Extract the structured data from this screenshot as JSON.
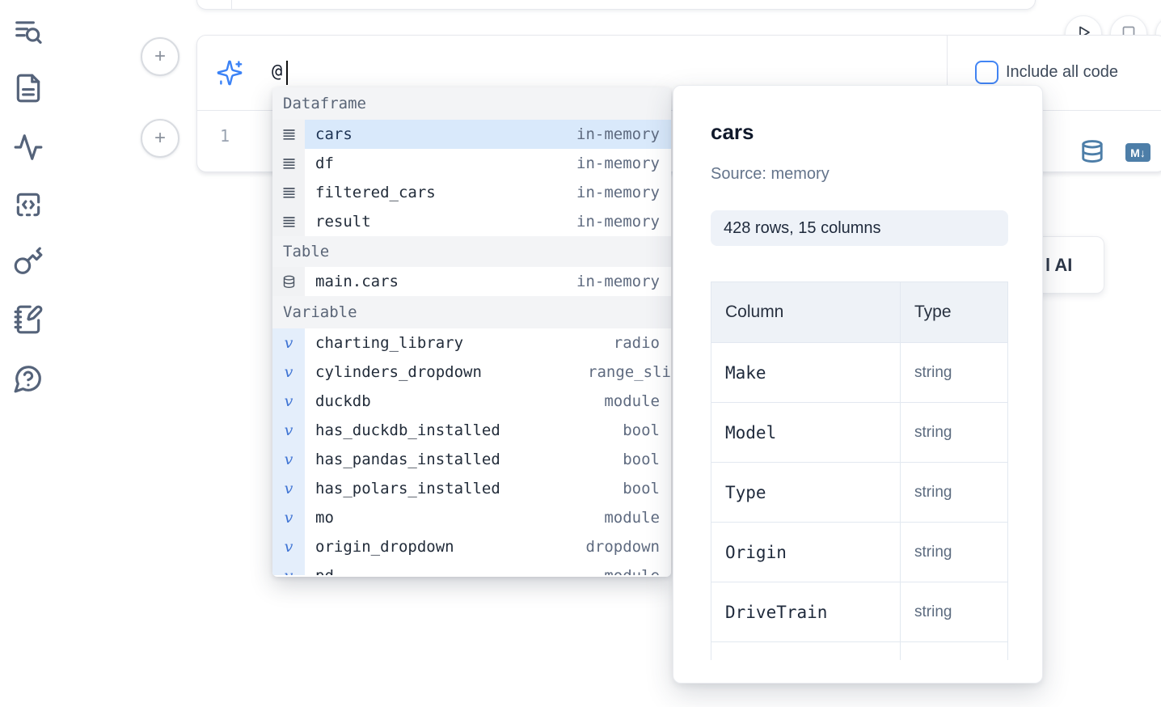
{
  "sidebar": {
    "items": [
      {
        "icon": "list-search-icon"
      },
      {
        "icon": "file-text-icon"
      },
      {
        "icon": "activity-icon"
      },
      {
        "icon": "code-block-icon"
      },
      {
        "icon": "key-icon"
      },
      {
        "icon": "notebook-pen-icon"
      },
      {
        "icon": "help-chat-icon"
      }
    ]
  },
  "toolbar": {
    "buttons": [
      {
        "icon": "play-icon"
      },
      {
        "icon": "stop-icon"
      },
      {
        "icon": "clipped-circle-button"
      }
    ]
  },
  "prompt_cell": {
    "input_value": "@",
    "include_all_code_label": "Include all code",
    "checkbox_checked": false
  },
  "code_cell": {
    "line_number": "1"
  },
  "autocomplete": {
    "sections": [
      {
        "label": "Dataframe",
        "items": [
          {
            "name": "cars",
            "type": "in-memory",
            "selected": true
          },
          {
            "name": "df",
            "type": "in-memory"
          },
          {
            "name": "filtered_cars",
            "type": "in-memory"
          },
          {
            "name": "result",
            "type": "in-memory"
          }
        ]
      },
      {
        "label": "Table",
        "items": [
          {
            "name": "main.cars",
            "type": "in-memory"
          }
        ]
      },
      {
        "label": "Variable",
        "items": [
          {
            "name": "charting_library",
            "type": "radio"
          },
          {
            "name": "cylinders_dropdown",
            "type": "range_sli"
          },
          {
            "name": "duckdb",
            "type": "module"
          },
          {
            "name": "has_duckdb_installed",
            "type": "bool"
          },
          {
            "name": "has_pandas_installed",
            "type": "bool"
          },
          {
            "name": "has_polars_installed",
            "type": "bool"
          },
          {
            "name": "mo",
            "type": "module"
          },
          {
            "name": "origin_dropdown",
            "type": "dropdown"
          },
          {
            "name": "pd",
            "type": "module"
          }
        ]
      }
    ]
  },
  "popover": {
    "title": "cars",
    "source": "Source: memory",
    "shape_badge": "428 rows, 15 columns",
    "table": {
      "headers": [
        "Column",
        "Type"
      ],
      "rows": [
        [
          "Make",
          "string"
        ],
        [
          "Model",
          "string"
        ],
        [
          "Type",
          "string"
        ],
        [
          "Origin",
          "string"
        ],
        [
          "DriveTrain",
          "string"
        ]
      ]
    }
  },
  "ai_button": {
    "visible_label": "l AI"
  },
  "colors": {
    "accent_blue": "#3b82f6",
    "steel_blue": "#4d7ea8",
    "selection_blue": "#d9e9fb",
    "checkbox_blue": "#4285f4"
  }
}
